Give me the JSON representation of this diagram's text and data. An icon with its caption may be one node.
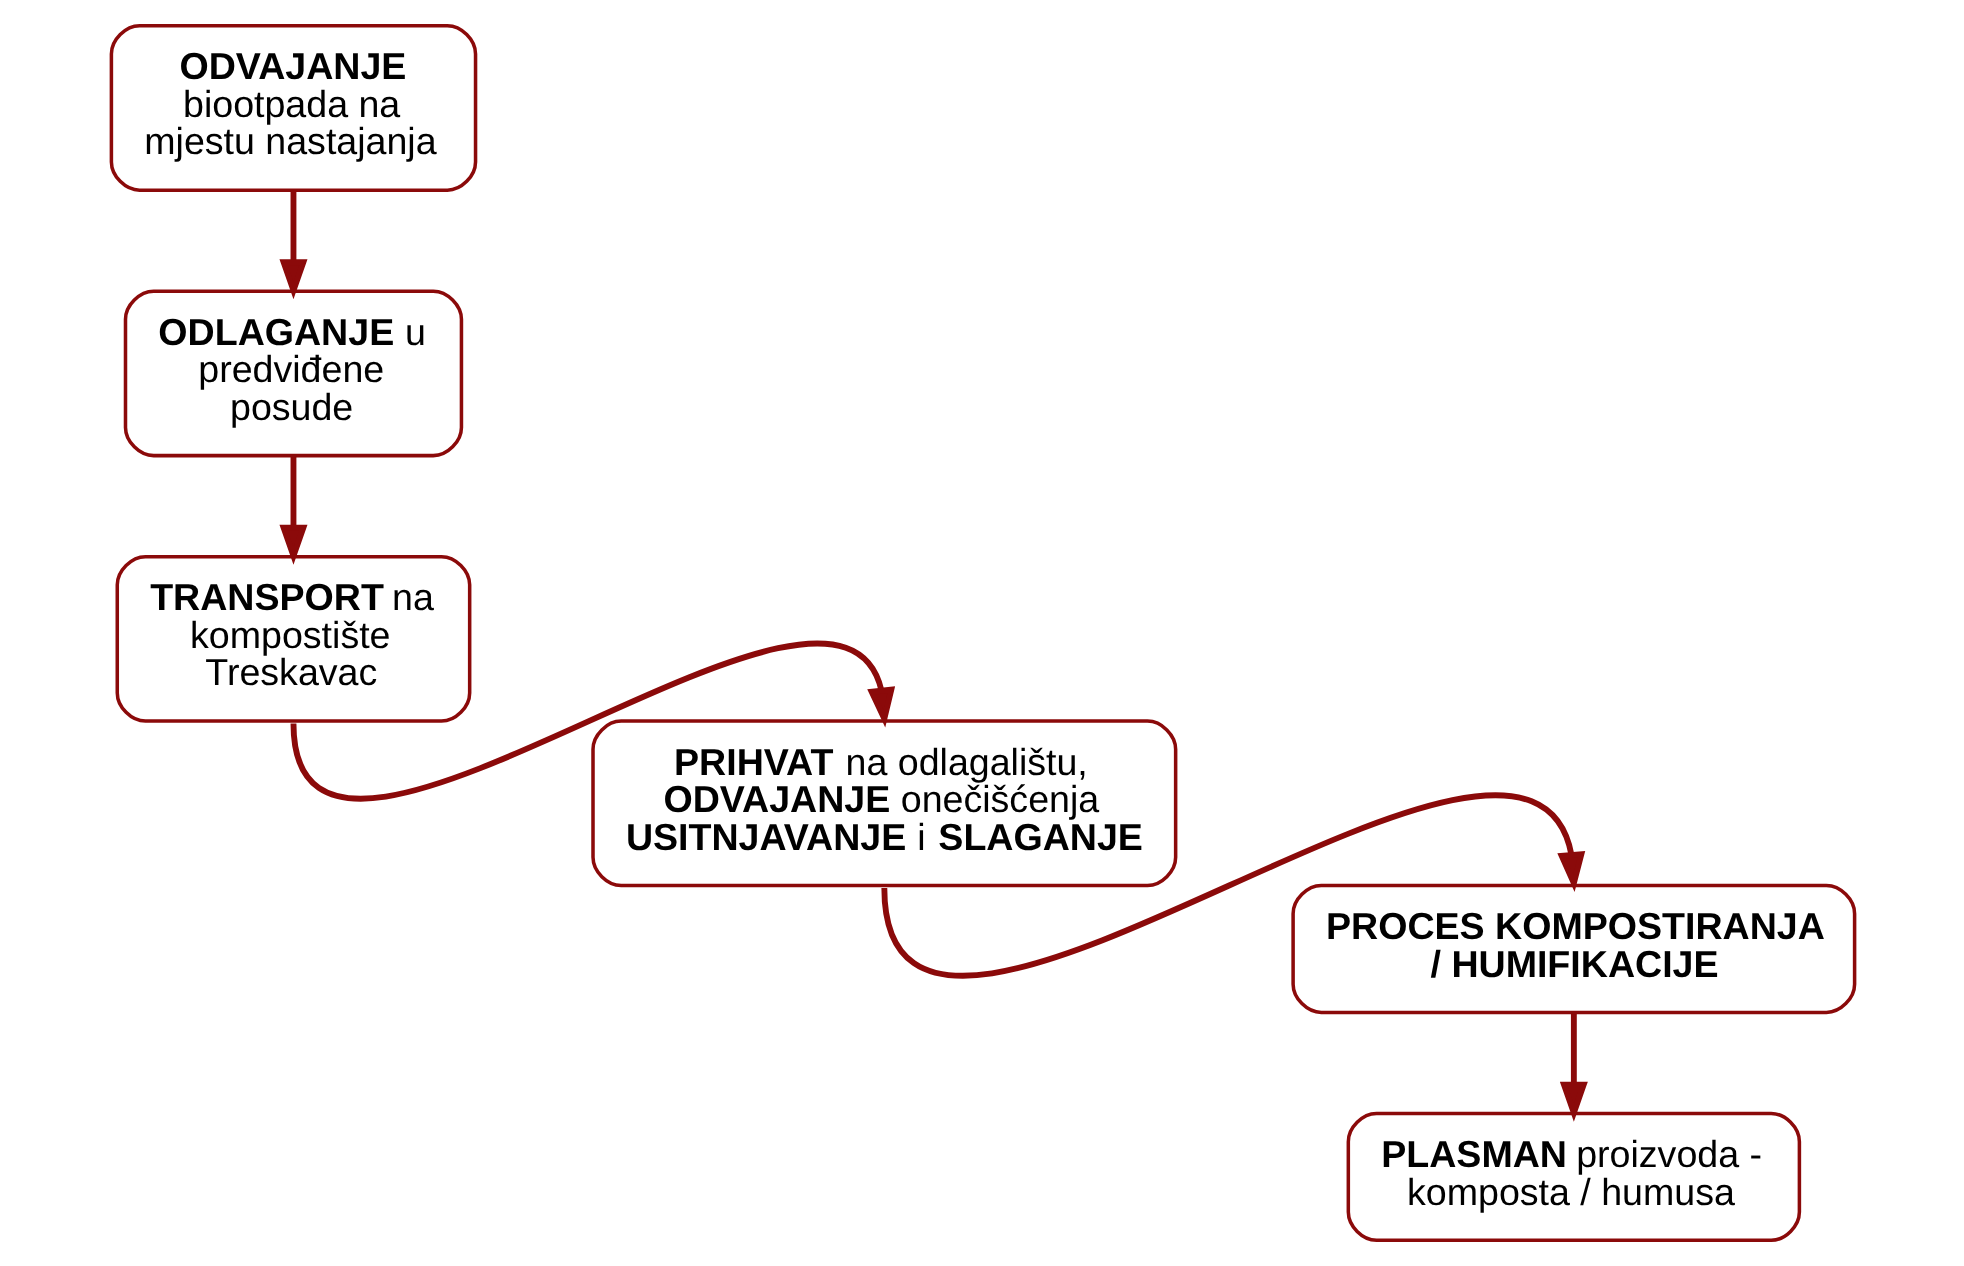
{
  "diagram": {
    "nodes": [
      {
        "text": [
          "**ODVAJANJE** biootpada na mjestu nastajanja"
        ]
      },
      {
        "text": [
          "**ODLAGANJE** u predviđene posude"
        ]
      },
      {
        "text": [
          "**TRANSPORT** na kompostište Treskavac"
        ]
      },
      {
        "text": [
          "**PRIHVAT** na odlagalištu, **ODVAJANJE** onečišćenja **USITNJAVANJE** i **SLAGANJE**"
        ]
      },
      {
        "text": [
          "PROCES KOMPOSTIRANJA / HUMIFIKACIJE"
        ]
      },
      {
        "text": [
          "**PLASMAN** proizvoda - komposta / humusa"
        ]
      }
    ],
    "edges": [
      {
        "from": 0,
        "to": 1,
        "arrow": "to"
      },
      {
        "from": 1,
        "to": 2,
        "arrow": "to"
      },
      {
        "from": 2,
        "to": 3,
        "arrow": "to"
      },
      {
        "from": 3,
        "to": 4,
        "arrow": "to"
      },
      {
        "from": 4,
        "to": 5,
        "arrow": "to"
      }
    ]
  }
}
